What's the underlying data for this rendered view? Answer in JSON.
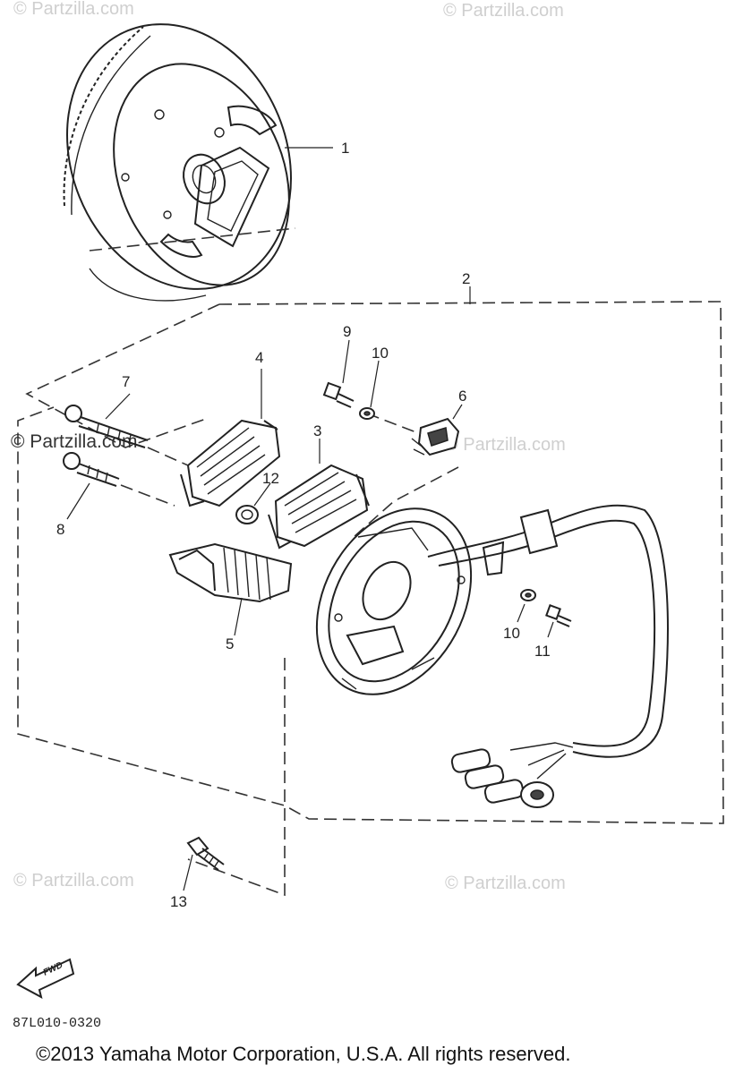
{
  "watermarks": {
    "top_left": "© Partzilla.com",
    "top_right": "© Partzilla.com",
    "mid_left": "© Partzilla.com",
    "mid_right": "© Partzilla.com",
    "bottom_left": "© Partzilla.com",
    "bottom_right": "© Partzilla.com"
  },
  "callouts": {
    "p1": "1",
    "p2": "2",
    "p3": "3",
    "p4": "4",
    "p5": "5",
    "p6": "6",
    "p7": "7",
    "p8": "8",
    "p9": "9",
    "p10a": "10",
    "p10b": "10",
    "p11": "11",
    "p12": "12",
    "p13": "13"
  },
  "fwd_label": "FWD",
  "diagram_code": "87L010-0320",
  "copyright": "©2013 Yamaha Motor Corporation, U.S.A. All rights reserved."
}
